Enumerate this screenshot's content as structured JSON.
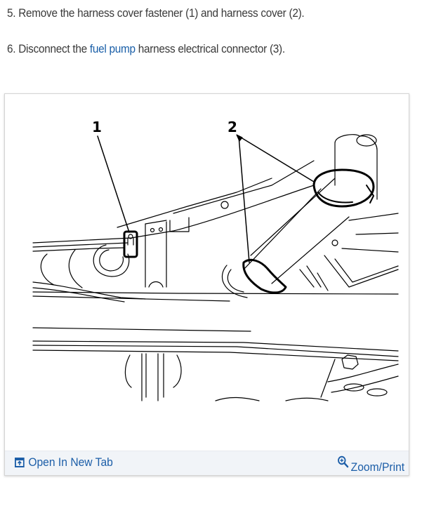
{
  "steps": [
    {
      "number": "5.",
      "text": "Remove the harness cover fastener (1) and harness cover (2)."
    },
    {
      "number": "6.",
      "text_before": "Disconnect the",
      "link": "fuel pump",
      "text_after": "harness electrical connector (3)."
    }
  ],
  "figure": {
    "callouts": [
      "1",
      "2"
    ],
    "footer": {
      "open_new_tab_label": "Open In New Tab",
      "open_new_tab_icon": "open-new-tab-icon",
      "zoom_print_label": "Zoom/Print",
      "zoom_print_icon": "zoom-in-magnifier-icon"
    }
  },
  "colors": {
    "link": "#1a5fa8",
    "body_text": "#3a3a3a",
    "footer_bg": "#f1f4f8",
    "card_border": "#d4d4d4"
  }
}
